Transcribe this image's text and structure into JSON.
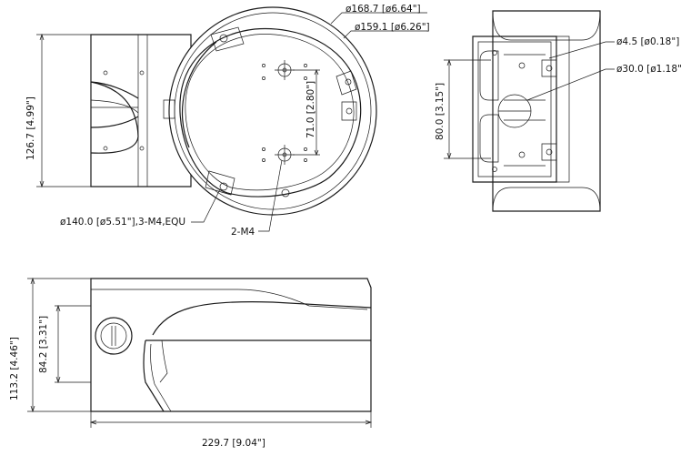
{
  "labels": {
    "dia_outer": "ø168.7 [ø6.64\"]",
    "dia_inner": "ø159.1 [ø6.26\"]",
    "height_side": "126.7 [4.99\"]",
    "spacing_mount": "71.0 [2.80\"]",
    "bolt_circle": "ø140.0 [ø5.51\"],3-M4,EQU",
    "screws": "2-M4",
    "hole_small": "ø4.5 [ø0.18\"]",
    "hole_large": "ø30.0 [ø1.18\"]",
    "height_back": "80.0 [3.15\"]",
    "height_total": "113.2 [4.46\"]",
    "height_partial": "84.2 [3.31\"]",
    "length_total": "229.7 [9.04\"]"
  },
  "colors": {
    "line": "#1a1a1a",
    "background": "#ffffff"
  }
}
